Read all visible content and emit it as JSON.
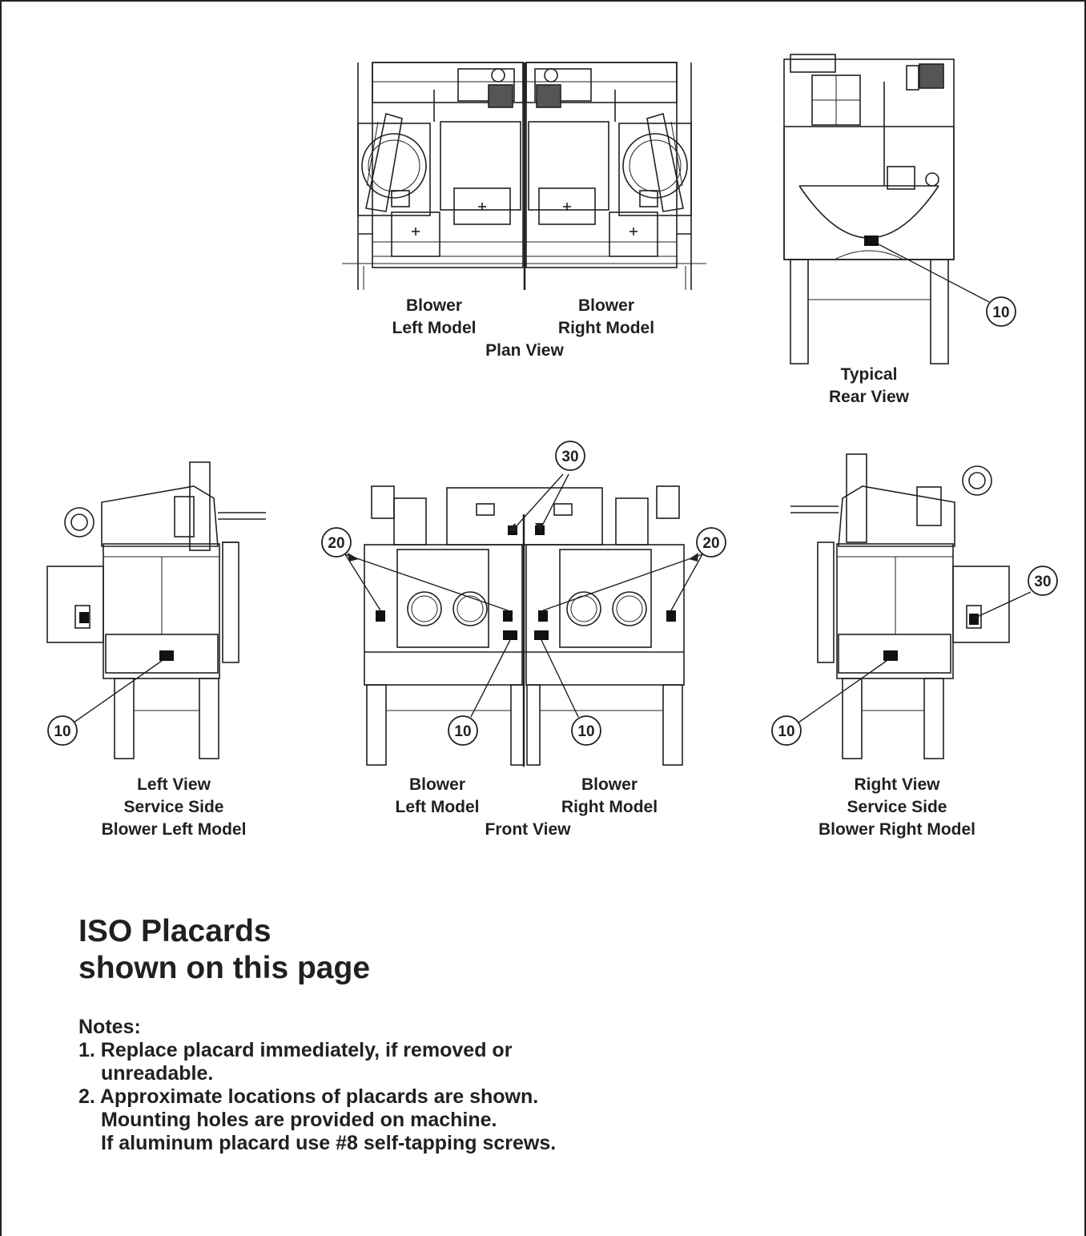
{
  "views": {
    "plan": {
      "blower_left": [
        "Blower",
        "Left Model"
      ],
      "blower_right": [
        "Blower",
        "Right Model"
      ],
      "title": "Plan View"
    },
    "rear": {
      "title": [
        "Typical",
        "Rear View"
      ]
    },
    "left": {
      "title": [
        "Left View",
        "Service Side",
        "Blower Left Model"
      ]
    },
    "front": {
      "blower_left": [
        "Blower",
        "Left Model"
      ],
      "blower_right": [
        "Blower",
        "Right Model"
      ],
      "title": "Front View"
    },
    "right": {
      "title": [
        "Right View",
        "Service Side",
        "Blower Right Model"
      ]
    }
  },
  "callouts": {
    "c10": "10",
    "c20": "20",
    "c30": "30"
  },
  "heading": [
    "ISO Placards",
    "shown on this page"
  ],
  "notes": {
    "label": "Notes:",
    "items": [
      {
        "lines": [
          "1. Replace placard immediately, if removed or",
          "unreadable."
        ]
      },
      {
        "lines": [
          "2. Approximate locations of placards are shown.",
          "Mounting holes are provided on machine.",
          "If aluminum placard use #8 self-tapping screws."
        ]
      }
    ]
  }
}
